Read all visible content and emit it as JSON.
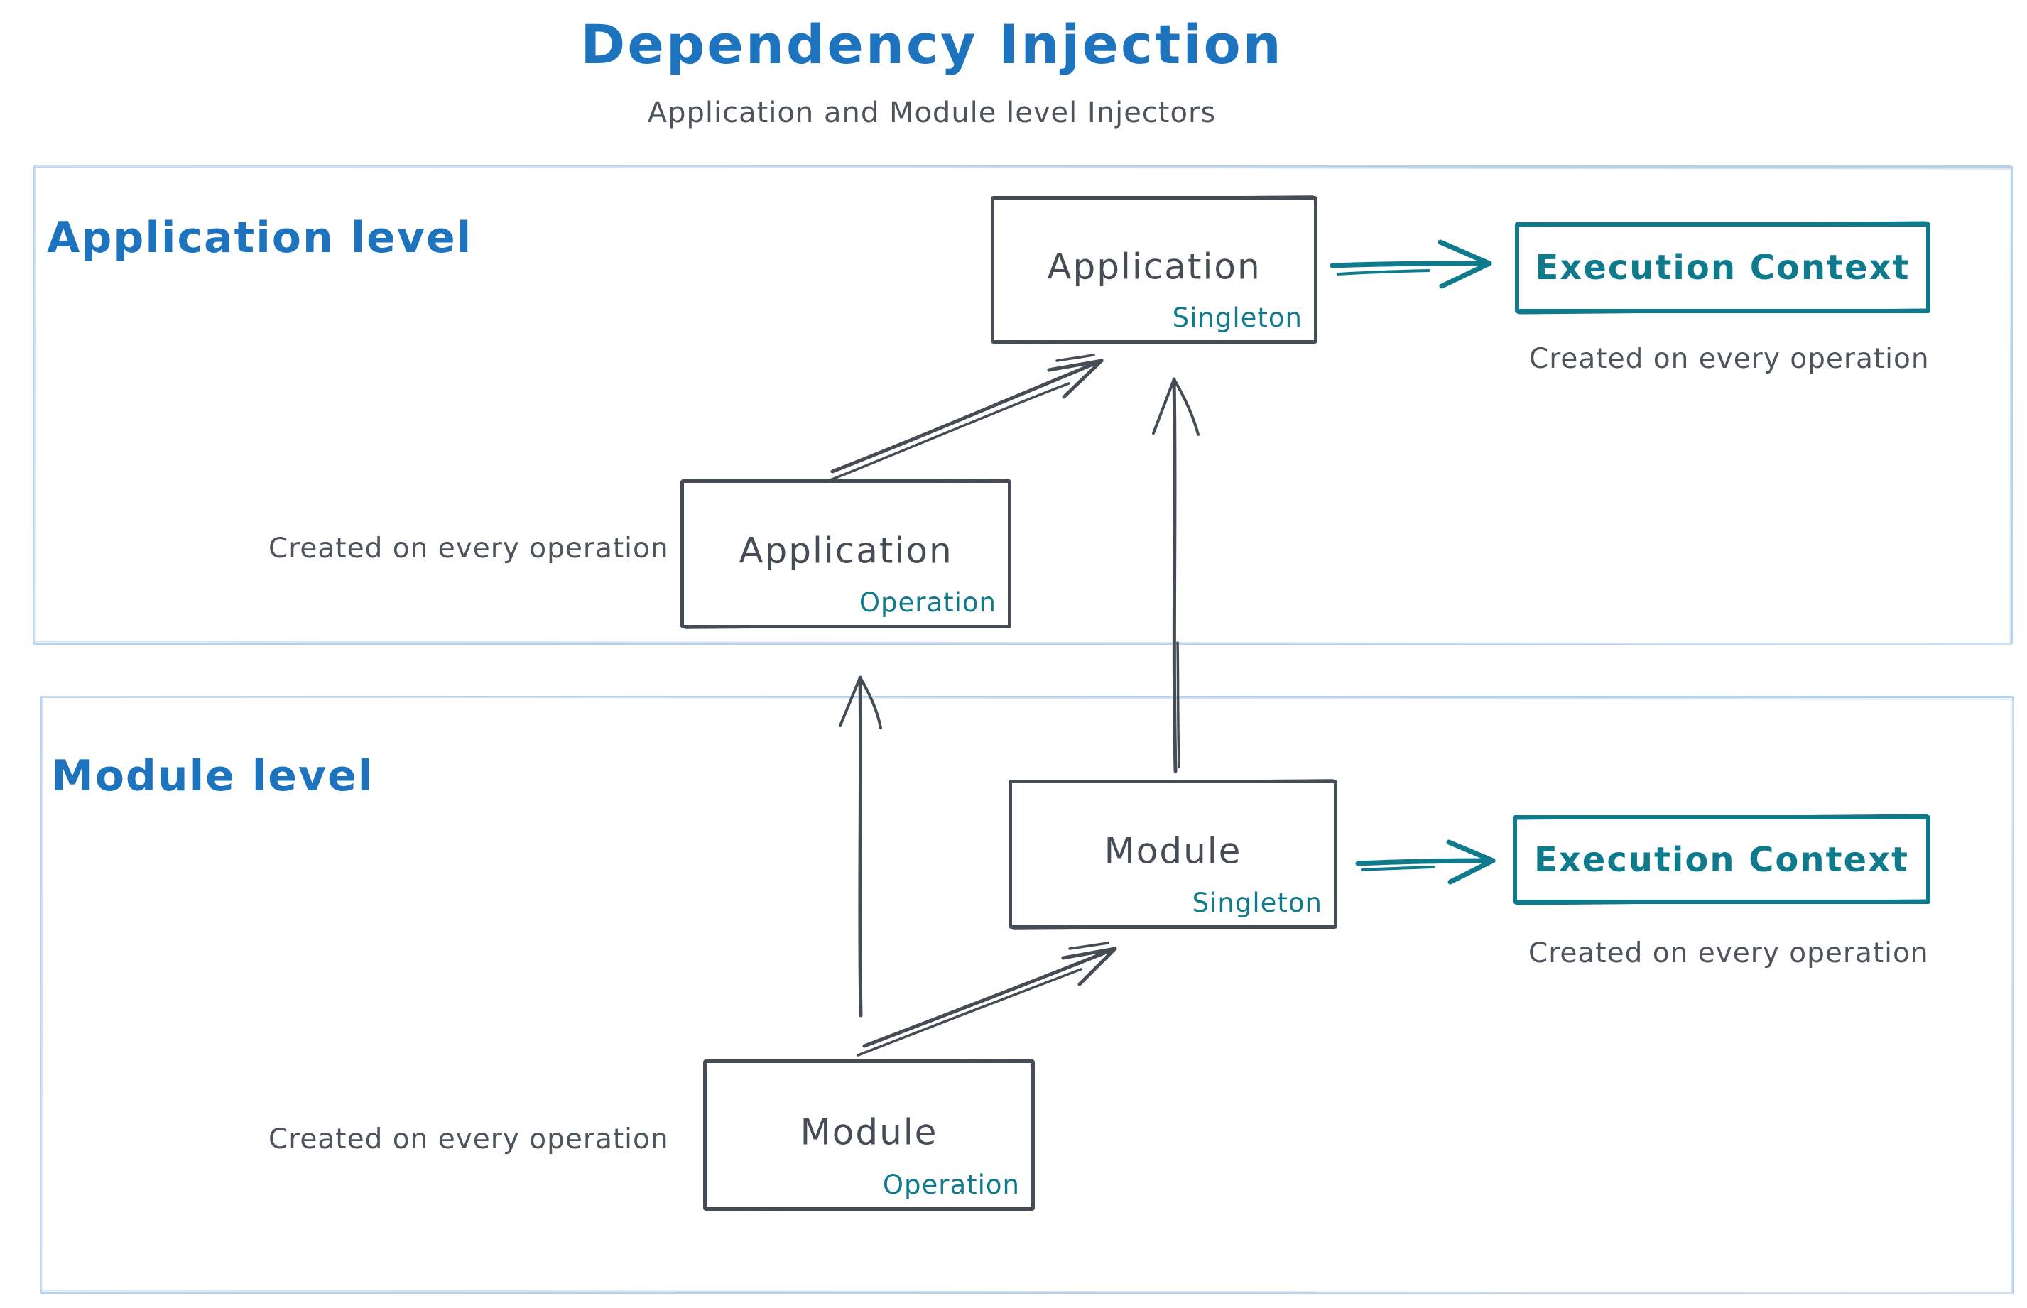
{
  "title": "Dependency Injection",
  "subtitle": "Application and Module level Injectors",
  "colors": {
    "blue": "#1e73be",
    "teal": "#0e7a8b",
    "slate": "#454c55",
    "note": "#4d545c",
    "secborder": "#b7d1ec",
    "secborder2": "#d3e3f4"
  },
  "application_section": {
    "label": "Application level",
    "singleton_box": {
      "name": "Application",
      "scope": "Singleton"
    },
    "operation_box": {
      "name": "Application",
      "scope": "Operation"
    },
    "operation_note": "Created on every operation",
    "execution_context": {
      "label": "Execution Context",
      "note": "Created on every operation"
    }
  },
  "module_section": {
    "label": "Module level",
    "singleton_box": {
      "name": "Module",
      "scope": "Singleton"
    },
    "operation_box": {
      "name": "Module",
      "scope": "Operation"
    },
    "operation_note": "Created on every operation",
    "execution_context": {
      "label": "Execution Context",
      "note": "Created on every operation"
    }
  }
}
